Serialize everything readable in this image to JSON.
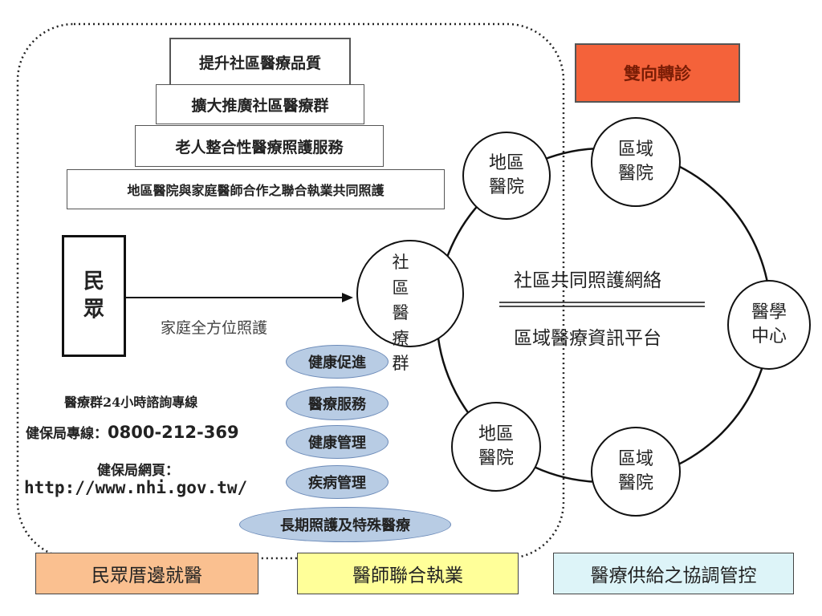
{
  "top_boxes": {
    "quality": "提升社區醫療品質",
    "expand": "擴大推廣社區醫療群",
    "elderly": "老人整合性醫療照護服務",
    "cooperation": "地區醫院與家庭醫師合作之聯合執業共同照護"
  },
  "referral": "雙向轉診",
  "people": [
    "民",
    "眾"
  ],
  "family_care": "家庭全方位照護",
  "hotline": {
    "title": "醫療群24小時諮詢專線",
    "label": "健保局專線：",
    "number": "0800-212-369",
    "web_label": "健保局網頁：",
    "url": "http://www.nhi.gov.tw/"
  },
  "services": [
    "健康促進",
    "醫療服務",
    "健康管理",
    "疾病管理",
    "長期照護及特殊醫療"
  ],
  "center": [
    "社",
    "區",
    "醫",
    "療",
    "群"
  ],
  "network": {
    "title": "社區共同照護網絡",
    "platform": "區域醫療資訊平台"
  },
  "nodes": {
    "district_top": [
      "地區",
      "醫院"
    ],
    "regional_top": [
      "區域",
      "醫院"
    ],
    "medical_center": [
      "醫學",
      "中心"
    ],
    "regional_bottom": [
      "區域",
      "醫院"
    ],
    "district_bottom": [
      "地區",
      "醫院"
    ]
  },
  "bottom": {
    "left": "民眾厝邊就醫",
    "middle": "醫師聯合執業",
    "right": "醫療供給之協調管控"
  },
  "colors": {
    "referral_bg": "#f4623a",
    "left_bg": "#fac090",
    "middle_bg": "#ffff99",
    "right_bg": "#ddf4f8",
    "oval_bg": "#b8cce4"
  }
}
